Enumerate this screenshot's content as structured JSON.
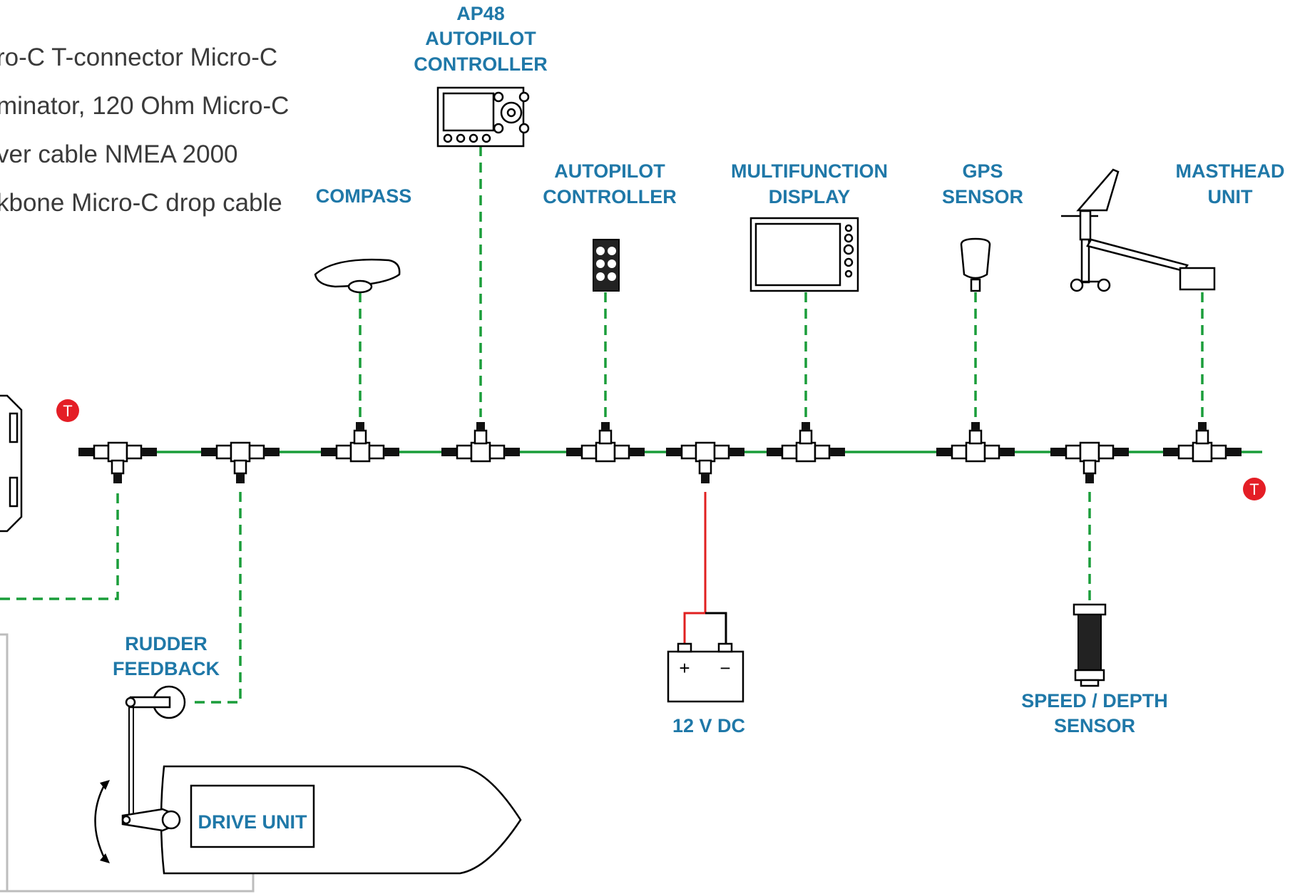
{
  "legend": {
    "line1": "ro-C T-connector Micro-C",
    "line2": "minator, 120 Ohm Micro-C",
    "line3": "ver cable NMEA 2000",
    "line4": "kbone Micro-C drop cable"
  },
  "labels": {
    "ap48_1": "AP48",
    "ap48_2": "AUTOPILOT",
    "ap48_3": "CONTROLLER",
    "compass": "COMPASS",
    "autopilot_1": "AUTOPILOT",
    "autopilot_2": "CONTROLLER",
    "mfd_1": "MULTIFUNCTION",
    "mfd_2": "DISPLAY",
    "gps_1": "GPS",
    "gps_2": "SENSOR",
    "masthead_1": "MASTHEAD",
    "masthead_2": "UNIT",
    "rudder_1": "RUDDER",
    "rudder_2": "FEEDBACK",
    "power": "12 V DC",
    "speed_1": "SPEED / DEPTH",
    "speed_2": "SENSOR",
    "drive": "DRIVE UNIT",
    "terminator": "T",
    "plus": "+",
    "minus": "−"
  },
  "colors": {
    "label": "#1f78a8",
    "backbone": "#1a9d3a",
    "power_positive": "#e02020",
    "power_negative": "#000000",
    "terminator": "#e41e26",
    "mechanical_link": "#bdbdbd"
  },
  "icons": {
    "terminator": "terminator-icon",
    "t_connector": "t-connector-icon",
    "battery": "battery-icon",
    "boat": "boat-hull-icon"
  }
}
